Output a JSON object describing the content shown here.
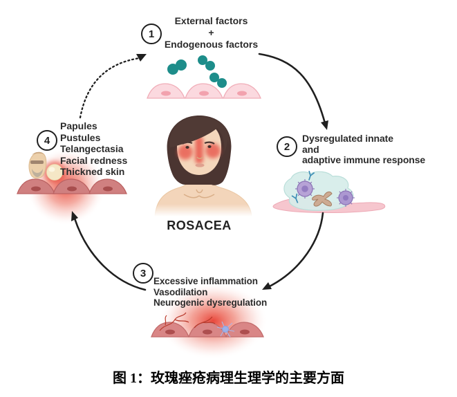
{
  "figure": {
    "title": "ROSACEA",
    "caption": "图 1：玫瑰痤疮病理生理学的主要方面",
    "stages": [
      {
        "number": "1",
        "lines": [
          "External factors",
          "+",
          "Endogenous factors"
        ]
      },
      {
        "number": "2",
        "lines": [
          "Dysregulated innate",
          "and",
          "adaptive immune response"
        ]
      },
      {
        "number": "3",
        "lines": [
          "Excessive inflammation",
          "Vasodilation",
          "Neurogenic dysregulation"
        ]
      },
      {
        "number": "4",
        "lines": [
          "Papules",
          "Pustules",
          "Telangectasia",
          "Facial redness",
          "Thickned skin"
        ]
      }
    ],
    "colors": {
      "label_text": "#2b2b2b",
      "arrow": "#1f1f1f",
      "bacteria_teal": "#1d8d8a",
      "healthy_cell_pink": "#fbd9df",
      "inflamed_cell": "#d98686",
      "immune_purple": "#b7a3d6",
      "immune_blob_blue": "#d6edea",
      "glow_red": "#e7372a",
      "hair_brown": "#4b3531",
      "skin_tone": "#f4d7bc"
    }
  }
}
